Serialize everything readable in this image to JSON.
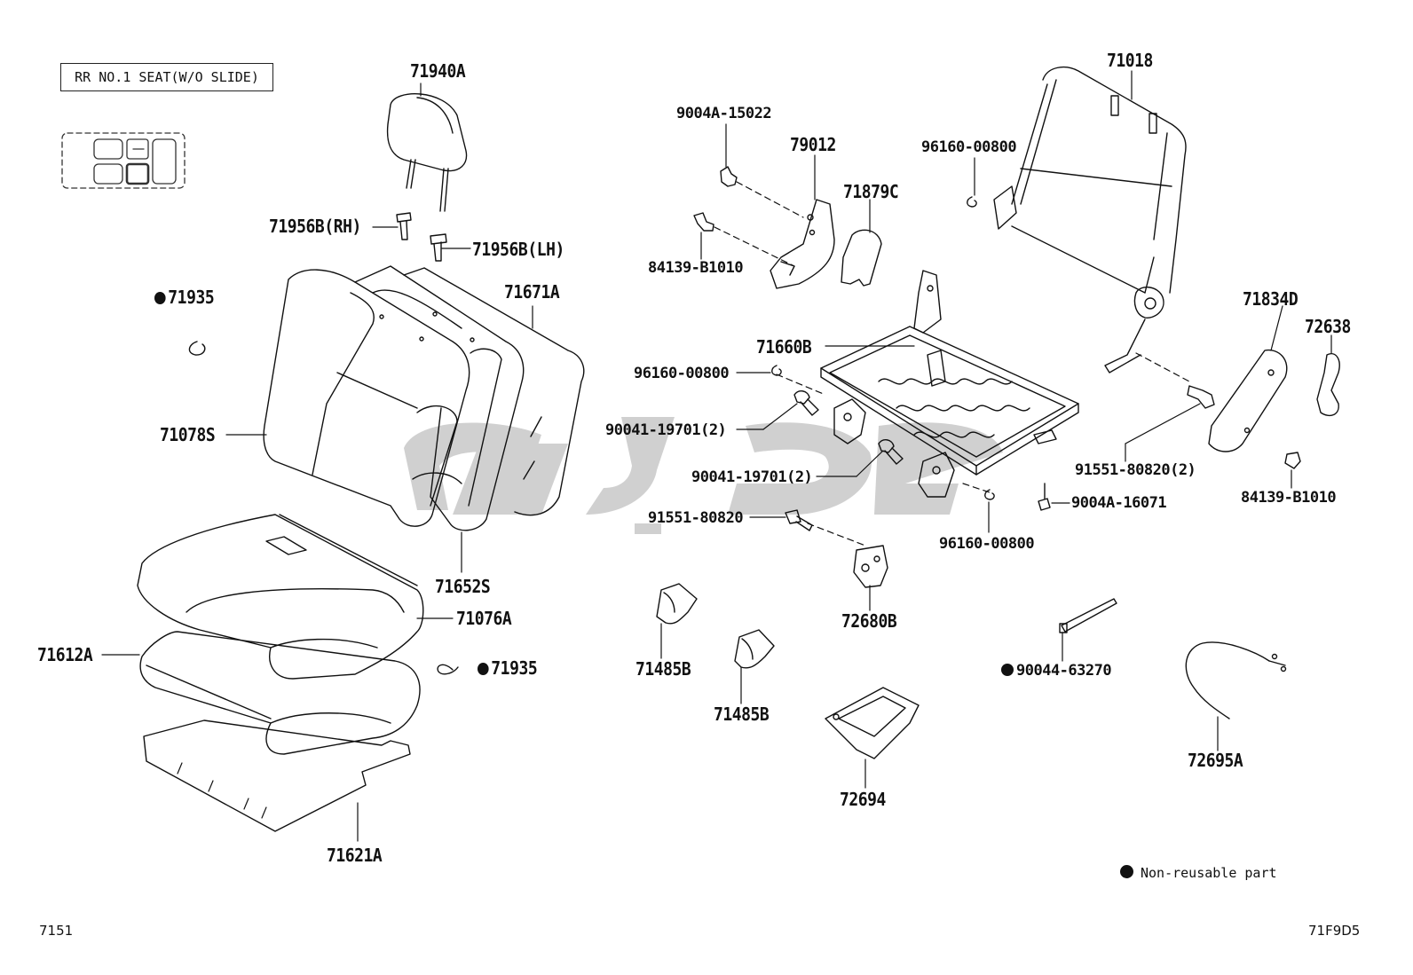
{
  "title_box": "RR NO.1 SEAT(W/O SLIDE)",
  "parts": [
    {
      "id": "71940A",
      "label": "71940A"
    },
    {
      "id": "71956B-RH",
      "label": "71956B(RH)"
    },
    {
      "id": "71956B-LH",
      "label": "71956B(LH)"
    },
    {
      "id": "71935-a",
      "label": "71935",
      "non_reusable": true
    },
    {
      "id": "71671A",
      "label": "71671A"
    },
    {
      "id": "71078S",
      "label": "71078S"
    },
    {
      "id": "71652S",
      "label": "71652S"
    },
    {
      "id": "71076A",
      "label": "71076A"
    },
    {
      "id": "71612A",
      "label": "71612A"
    },
    {
      "id": "71935-b",
      "label": "71935",
      "non_reusable": true
    },
    {
      "id": "71621A",
      "label": "71621A"
    },
    {
      "id": "9004A-15022",
      "label": "9004A-15022"
    },
    {
      "id": "79012",
      "label": "79012"
    },
    {
      "id": "71879C",
      "label": "71879C"
    },
    {
      "id": "84139-B1010-a",
      "label": "84139-B1010"
    },
    {
      "id": "71660B",
      "label": "71660B"
    },
    {
      "id": "96160-00800-a",
      "label": "96160-00800"
    },
    {
      "id": "90041-19701-a",
      "label": "90041-19701(2)"
    },
    {
      "id": "90041-19701-b",
      "label": "90041-19701(2)"
    },
    {
      "id": "91551-80820-a",
      "label": "91551-80820"
    },
    {
      "id": "72680B",
      "label": "72680B"
    },
    {
      "id": "71485B-a",
      "label": "71485B"
    },
    {
      "id": "71485B-b",
      "label": "71485B"
    },
    {
      "id": "72694",
      "label": "72694"
    },
    {
      "id": "71018",
      "label": "71018"
    },
    {
      "id": "96160-00800-b",
      "label": "96160-00800"
    },
    {
      "id": "71834D",
      "label": "71834D"
    },
    {
      "id": "72638",
      "label": "72638"
    },
    {
      "id": "91551-80820-b",
      "label": "91551-80820(2)"
    },
    {
      "id": "84139-B1010-b",
      "label": "84139-B1010"
    },
    {
      "id": "9004A-16071",
      "label": "9004A-16071"
    },
    {
      "id": "96160-00800-c",
      "label": "96160-00800"
    },
    {
      "id": "90044-63270",
      "label": "90044-63270",
      "non_reusable": true
    },
    {
      "id": "72695A",
      "label": "72695A"
    }
  ],
  "legend": {
    "text": "Non-reusable part"
  },
  "page_code_left": "7151",
  "page_code_right": "71F9D5",
  "colors": {
    "line": "#111111",
    "watermark": "#c8c8c8"
  }
}
